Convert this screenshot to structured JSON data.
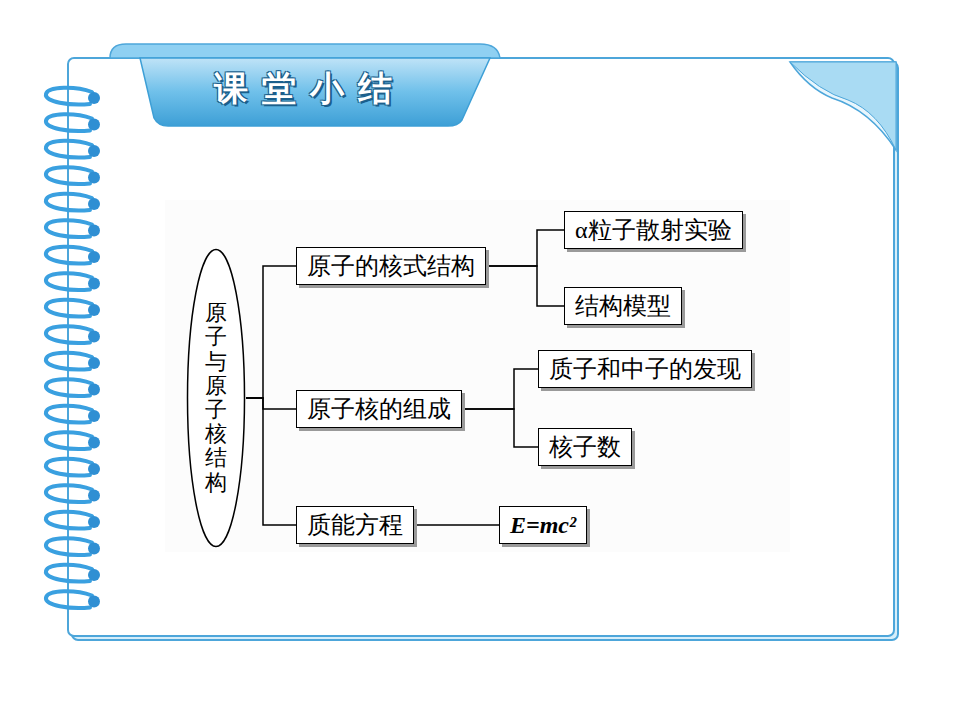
{
  "diagram": {
    "title": "课堂小结",
    "nodes": [
      {
        "text": [
          "原子与原子核结构"
        ]
      },
      {
        "text": [
          "原子的核式结构"
        ]
      },
      {
        "text": [
          "α粒子散射实验"
        ]
      },
      {
        "text": [
          "结构模型"
        ]
      },
      {
        "text": [
          "原子核的组成"
        ]
      },
      {
        "text": [
          "质子和中子的发现"
        ]
      },
      {
        "text": [
          "核子数"
        ]
      },
      {
        "text": [
          "质能方程"
        ]
      },
      {
        "text": [
          "E=mc²"
        ]
      }
    ],
    "edges": [
      {
        "from": 0,
        "to": 1,
        "arrow": "none"
      },
      {
        "from": 0,
        "to": 4,
        "arrow": "none"
      },
      {
        "from": 0,
        "to": 7,
        "arrow": "none"
      },
      {
        "from": 1,
        "to": 2,
        "arrow": "none"
      },
      {
        "from": 1,
        "to": 3,
        "arrow": "none"
      },
      {
        "from": 4,
        "to": 5,
        "arrow": "none"
      },
      {
        "from": 4,
        "to": 6,
        "arrow": "none"
      },
      {
        "from": 7,
        "to": 8,
        "arrow": "none"
      }
    ]
  }
}
